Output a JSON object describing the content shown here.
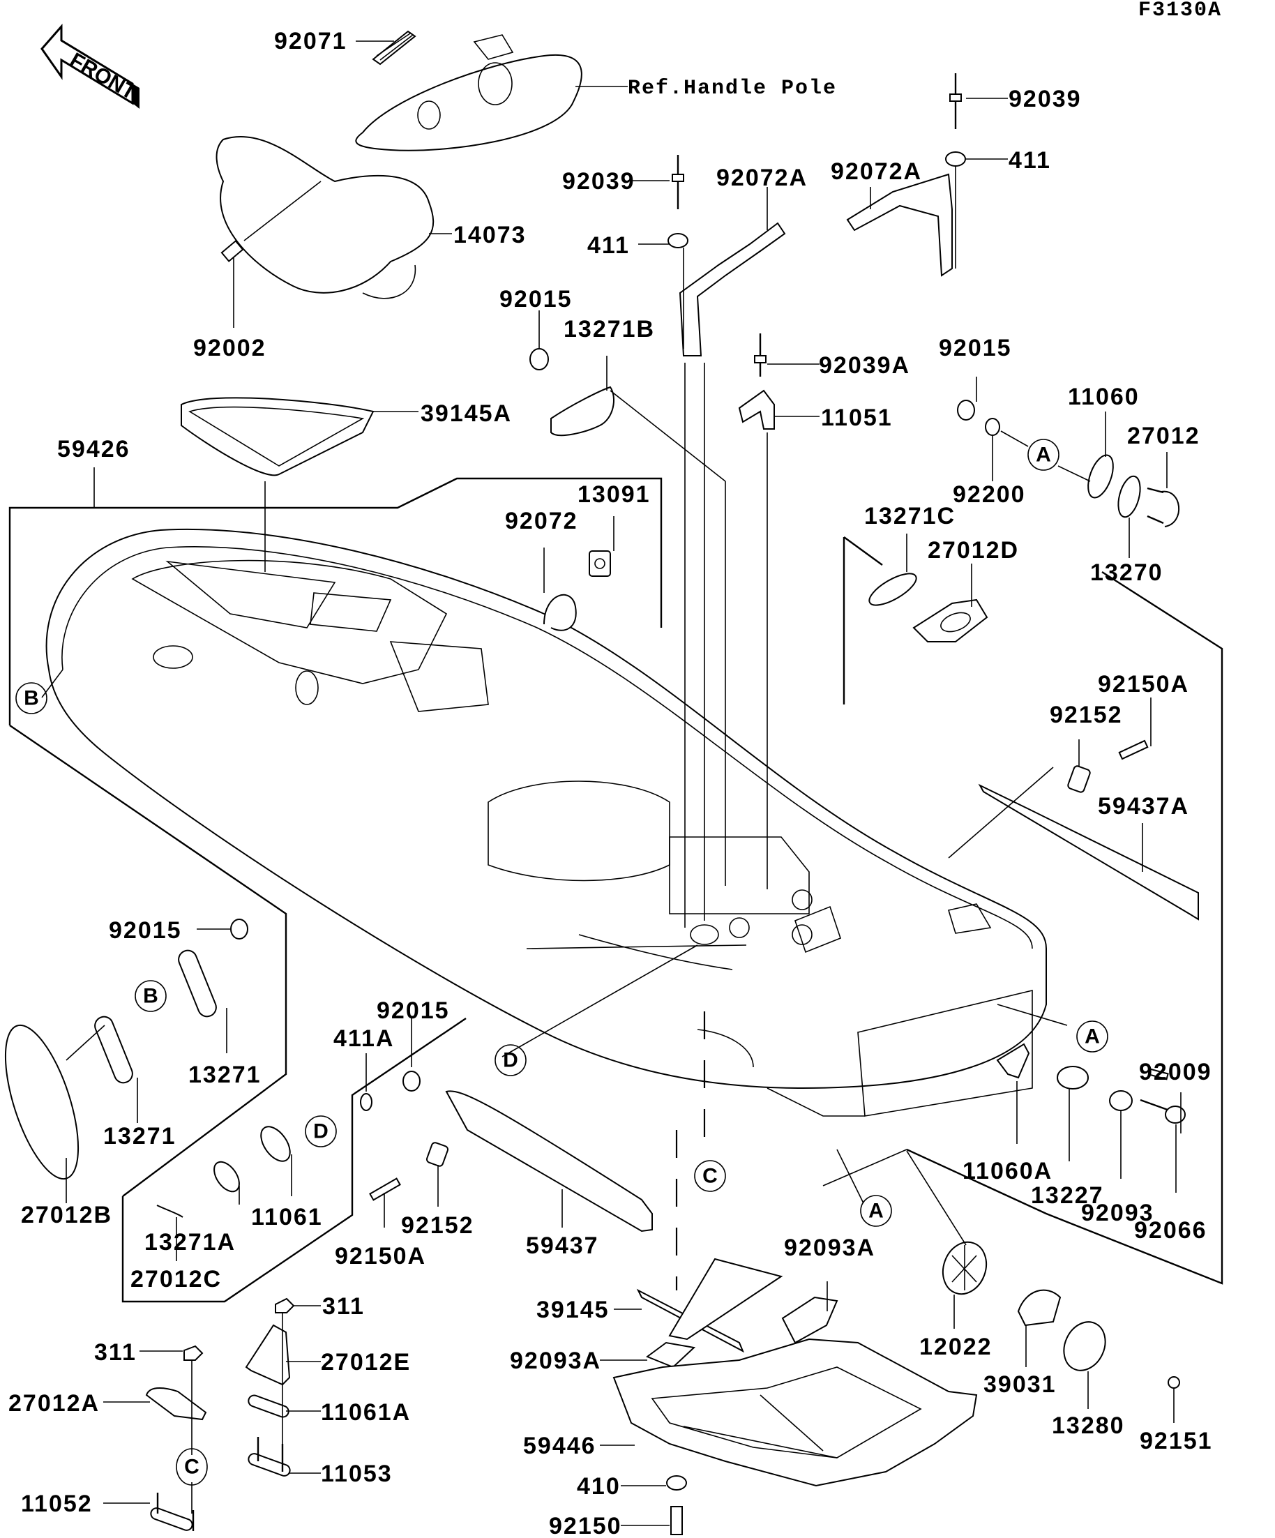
{
  "diagram": {
    "figure_code": "F3130A",
    "front_indicator": "FRONT",
    "reference_note": "Ref.Handle Pole",
    "callouts": [
      "A",
      "B",
      "C",
      "D"
    ],
    "parts": [
      {
        "id": "p92071",
        "number": "92071"
      },
      {
        "id": "p14073",
        "number": "14073"
      },
      {
        "id": "p92002",
        "number": "92002"
      },
      {
        "id": "p92039_top",
        "number": "92039"
      },
      {
        "id": "p411_top",
        "number": "411"
      },
      {
        "id": "p92039_mid",
        "number": "92039"
      },
      {
        "id": "p92072A_mid",
        "number": "92072A"
      },
      {
        "id": "p92072A_right",
        "number": "92072A"
      },
      {
        "id": "p411_mid",
        "number": "411"
      },
      {
        "id": "p92015_a",
        "number": "92015"
      },
      {
        "id": "p13271B",
        "number": "13271B"
      },
      {
        "id": "p92039A",
        "number": "92039A"
      },
      {
        "id": "p11051",
        "number": "11051"
      },
      {
        "id": "p92015_b",
        "number": "92015"
      },
      {
        "id": "p11060",
        "number": "11060"
      },
      {
        "id": "p27012",
        "number": "27012"
      },
      {
        "id": "p92200",
        "number": "92200"
      },
      {
        "id": "p13270",
        "number": "13270"
      },
      {
        "id": "p39145A",
        "number": "39145A"
      },
      {
        "id": "p59426",
        "number": "59426"
      },
      {
        "id": "p13091",
        "number": "13091"
      },
      {
        "id": "p92072",
        "number": "92072"
      },
      {
        "id": "p13271C",
        "number": "13271C"
      },
      {
        "id": "p27012D",
        "number": "27012D"
      },
      {
        "id": "p92150A_right",
        "number": "92150A"
      },
      {
        "id": "p92152_right",
        "number": "92152"
      },
      {
        "id": "p59437A",
        "number": "59437A"
      },
      {
        "id": "p92015_c",
        "number": "92015"
      },
      {
        "id": "p13271_a",
        "number": "13271"
      },
      {
        "id": "p13271_b",
        "number": "13271"
      },
      {
        "id": "p27012B",
        "number": "27012B"
      },
      {
        "id": "p92015_d",
        "number": "92015"
      },
      {
        "id": "p411A",
        "number": "411A"
      },
      {
        "id": "p11061",
        "number": "11061"
      },
      {
        "id": "p13271A",
        "number": "13271A"
      },
      {
        "id": "p27012C",
        "number": "27012C"
      },
      {
        "id": "p92150A_mid",
        "number": "92150A"
      },
      {
        "id": "p92152_mid",
        "number": "92152"
      },
      {
        "id": "p59437",
        "number": "59437"
      },
      {
        "id": "p92009",
        "number": "92009"
      },
      {
        "id": "p11060A",
        "number": "11060A"
      },
      {
        "id": "p13227",
        "number": "13227"
      },
      {
        "id": "p92093",
        "number": "92093"
      },
      {
        "id": "p92066",
        "number": "92066"
      },
      {
        "id": "p92093A_right",
        "number": "92093A"
      },
      {
        "id": "p39145",
        "number": "39145"
      },
      {
        "id": "p92093A_left",
        "number": "92093A"
      },
      {
        "id": "p59446",
        "number": "59446"
      },
      {
        "id": "p410",
        "number": "410"
      },
      {
        "id": "p92150",
        "number": "92150"
      },
      {
        "id": "p12022",
        "number": "12022"
      },
      {
        "id": "p39031",
        "number": "39031"
      },
      {
        "id": "p13280",
        "number": "13280"
      },
      {
        "id": "p92151",
        "number": "92151"
      },
      {
        "id": "p311_right",
        "number": "311"
      },
      {
        "id": "p27012E",
        "number": "27012E"
      },
      {
        "id": "p11061A",
        "number": "11061A"
      },
      {
        "id": "p11053",
        "number": "11053"
      },
      {
        "id": "p311_left",
        "number": "311"
      },
      {
        "id": "p27012A",
        "number": "27012A"
      },
      {
        "id": "p11052",
        "number": "11052"
      }
    ]
  }
}
